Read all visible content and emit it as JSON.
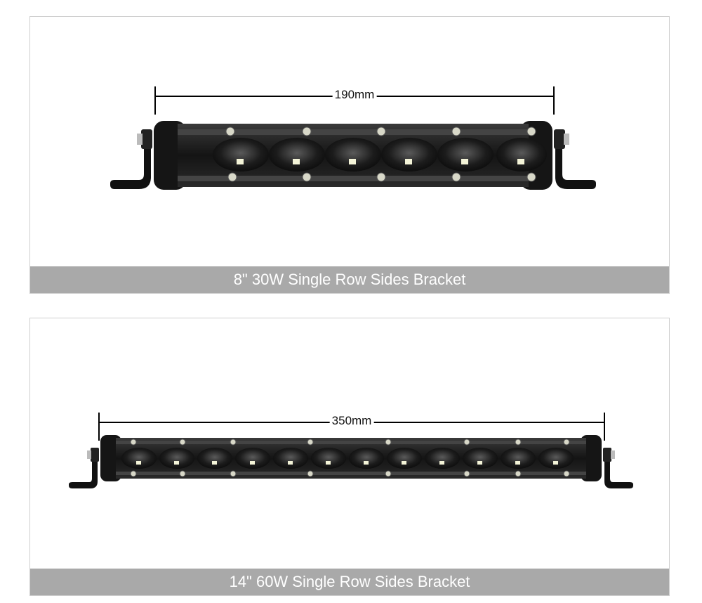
{
  "products": [
    {
      "dimension_label": "190mm",
      "caption": "8\" 30W Single Row Sides Bracket",
      "led_count": 6
    },
    {
      "dimension_label": "350mm",
      "caption": "14\" 60W Single Row Sides Bracket",
      "led_count": 12
    }
  ],
  "colors": {
    "caption_bg": "#a9a9a9",
    "caption_text": "#ffffff",
    "housing": "#1a1a1a"
  }
}
